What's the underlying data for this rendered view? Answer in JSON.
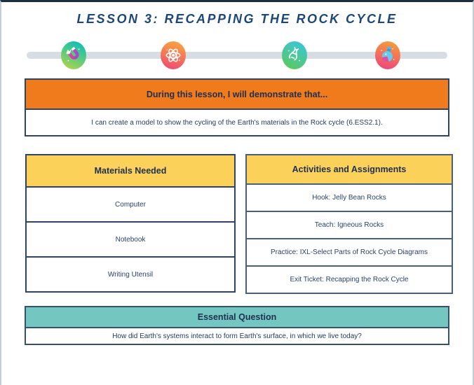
{
  "title": "LESSON 3: RECAPPING THE ROCK CYCLE",
  "timeline": {
    "icons": [
      {
        "name": "magnet-icon"
      },
      {
        "name": "atom-icon"
      },
      {
        "name": "dna-icon"
      },
      {
        "name": "flask-icon"
      }
    ]
  },
  "demonstrate": {
    "header": "During this lesson, I will demonstrate that...",
    "body": "I can create a model to show the cycling of the Earth's materials in the Rock cycle (6.ESS2.1)."
  },
  "materials": {
    "header": "Materials Needed",
    "items": [
      "Computer",
      "Notebook",
      "Writing Utensil"
    ]
  },
  "activities": {
    "header": "Activities and Assignments",
    "items": [
      "Hook: Jelly Bean Rocks",
      "Teach: Igneous Rocks",
      "Practice: IXL-Select Parts of Rock Cycle Diagrams",
      "Exit Ticket: Recapping the Rock Cycle"
    ]
  },
  "essential_question": {
    "header": "Essential Question",
    "body": "How did Earth's systems interact to form Earth's surface, in which we live today?"
  },
  "colors": {
    "navy_border": "#2e4460",
    "title_navy": "#1b4878",
    "orange": "#ef7b1d",
    "yellow": "#fbd159",
    "teal": "#74c7c0",
    "timeline_gray": "#d8dde3"
  }
}
